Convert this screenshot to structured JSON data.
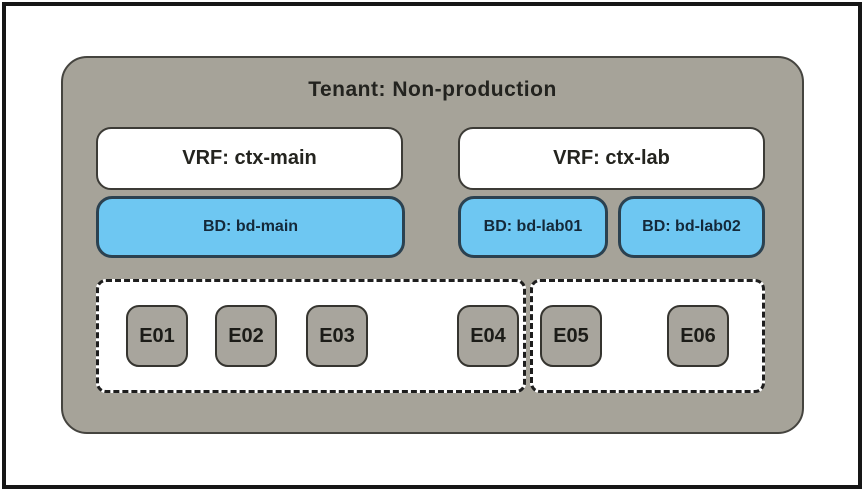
{
  "tenant": {
    "title": "Tenant: Non-production"
  },
  "vrfs": [
    {
      "label": "VRF: ctx-main"
    },
    {
      "label": "VRF: ctx-lab"
    }
  ],
  "bridge_domains": [
    {
      "label": "BD: bd-main"
    },
    {
      "label": "BD: bd-lab01"
    },
    {
      "label": "BD: bd-lab02"
    }
  ],
  "epgs": [
    {
      "label": "E01"
    },
    {
      "label": "E02"
    },
    {
      "label": "E03"
    },
    {
      "label": "E04"
    },
    {
      "label": "E05"
    },
    {
      "label": "E06"
    }
  ],
  "colors": {
    "frame_border": "#161616",
    "tenant_fill": "#a6a399",
    "tenant_border": "#45443f",
    "vrf_fill": "#ffffff",
    "vrf_border": "#3c3b36",
    "bd_fill": "#6ec7f2",
    "bd_border": "#2b4150",
    "bd_text": "#14293a",
    "epg_fill": "#a8a59d",
    "epg_border": "#35342f",
    "dashed_zone_border": "#1e1e1e",
    "title_text": "#23231f"
  }
}
